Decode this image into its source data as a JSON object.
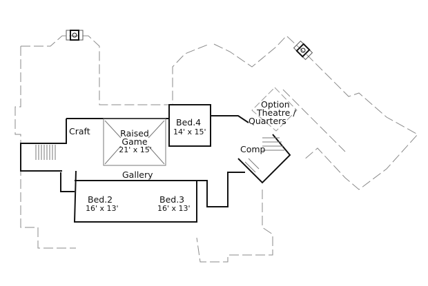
{
  "plan": {
    "type": "second floor plan",
    "rooms": [
      {
        "id": "craft",
        "name": "Craft",
        "dims": ""
      },
      {
        "id": "raised-game",
        "name": "Raised\nGame",
        "name_line1": "Raised",
        "name_line2": "Game",
        "dims": "21' x 15'"
      },
      {
        "id": "bed4",
        "name": "Bed.4",
        "dims": "14' x 15'"
      },
      {
        "id": "option-theatre",
        "name_line1": "Option",
        "name_line2": "Theatre /",
        "name_line3": "Quarters",
        "dims": ""
      },
      {
        "id": "comp",
        "name": "Comp",
        "dims": ""
      },
      {
        "id": "gallery",
        "name": "Gallery",
        "dims": ""
      },
      {
        "id": "bed2",
        "name": "Bed.2",
        "dims": "16' x 13'"
      },
      {
        "id": "bed3",
        "name": "Bed.3",
        "dims": "16' x 13'"
      }
    ],
    "colors": {
      "wall": "#111111",
      "outline_dashed": "#8a8a8a",
      "background": "#ffffff"
    }
  }
}
